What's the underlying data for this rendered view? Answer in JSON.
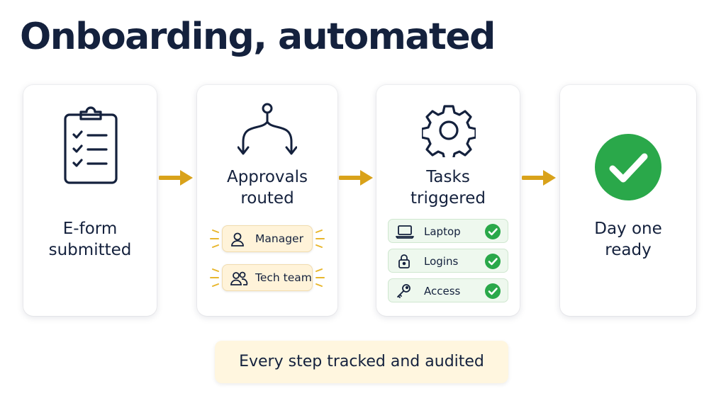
{
  "title": "Onboarding, automated",
  "steps": [
    {
      "label_lines": [
        "E-form",
        "submitted"
      ],
      "icon": "clipboard-checklist-icon"
    },
    {
      "label_lines": [
        "Approvals",
        "routed"
      ],
      "icon": "branching-arrows-icon",
      "approvers": [
        {
          "label": "Manager",
          "icon": "person-icon"
        },
        {
          "label": "Tech team",
          "icon": "people-icon"
        }
      ]
    },
    {
      "label_lines": [
        "Tasks",
        "triggered"
      ],
      "icon": "gear-icon",
      "tasks": [
        {
          "label": "Laptop",
          "icon": "laptop-icon",
          "status": "done"
        },
        {
          "label": "Logins",
          "icon": "lock-icon",
          "status": "done"
        },
        {
          "label": "Access",
          "icon": "key-icon",
          "status": "done"
        }
      ]
    },
    {
      "label_lines": [
        "Day one",
        "ready"
      ],
      "icon": "green-check-circle-icon"
    }
  ],
  "footer": "Every step tracked and audited",
  "colors": {
    "navy": "#14213d",
    "arrow": "#d9a21a",
    "check_green": "#2aa84a",
    "approval_chip": "#fff3d9",
    "task_chip": "#eef8ee",
    "footer_bg": "#fff6df"
  }
}
